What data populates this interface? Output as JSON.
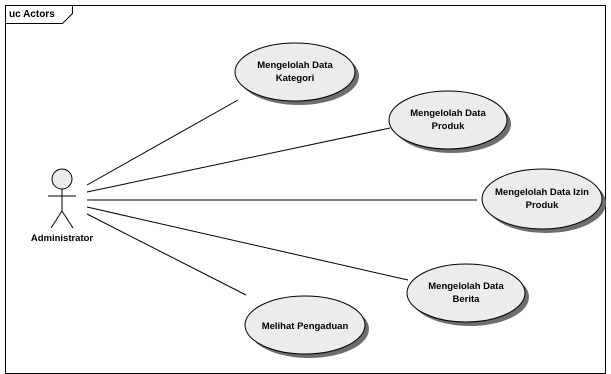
{
  "frame": {
    "label": "uc Actors"
  },
  "actor": {
    "name": "Administrator"
  },
  "use_cases": [
    {
      "id": "uc-kategori",
      "lines": [
        "Mengelolah Data",
        "Kategori"
      ]
    },
    {
      "id": "uc-produk",
      "lines": [
        "Mengelolah Data",
        "Produk"
      ]
    },
    {
      "id": "uc-izin-produk",
      "lines": [
        "Mengelolah Data Izin",
        "Produk"
      ]
    },
    {
      "id": "uc-berita",
      "lines": [
        "Mengelolah Data",
        "Berita"
      ]
    },
    {
      "id": "uc-pengaduan",
      "lines": [
        "Melihat Pengaduan"
      ]
    }
  ]
}
